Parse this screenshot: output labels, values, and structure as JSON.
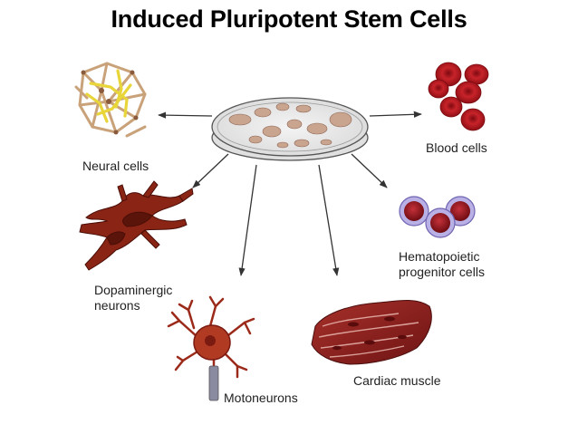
{
  "title": "Induced Pluripotent Stem Cells",
  "labels": {
    "neural": "Neural cells",
    "blood": "Blood cells",
    "dopaminergic_1": "Dopaminergic",
    "dopaminergic_2": "neurons",
    "hematopoietic_1": "Hematopoietic",
    "hematopoietic_2": "progenitor cells",
    "motoneurons": "Motoneurons",
    "cardiac": "Cardiac muscle"
  },
  "colors": {
    "arrow": "#333333",
    "blood_cell": "#b3141c",
    "cell_dark": "#7a1a12",
    "cardiac": "#8c1d1d",
    "neural_yellow": "#e8d53a",
    "neural_tan": "#c9a27a",
    "progenitor_ring": "#8b7fc8"
  }
}
